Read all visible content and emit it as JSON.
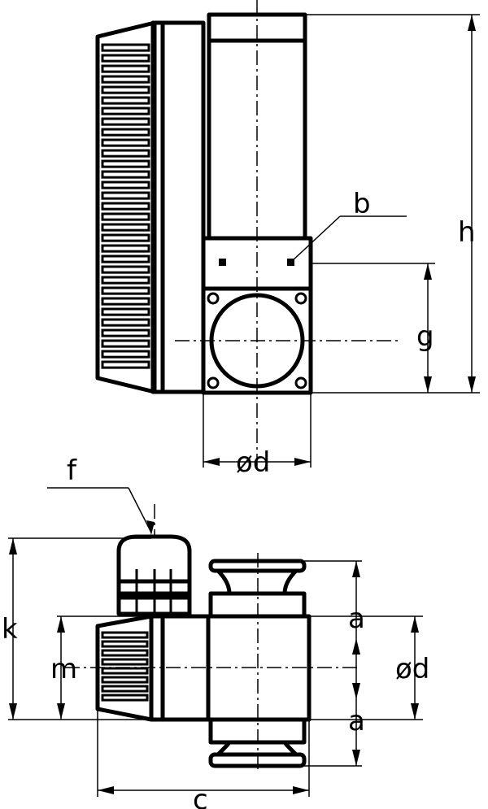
{
  "labels": {
    "b": "b",
    "h": "h",
    "g": "g",
    "d_top": "ød",
    "f": "f",
    "k": "k",
    "m": "m",
    "a_upper": "a",
    "a_lower": "a",
    "d_side": "ød",
    "c": "c"
  }
}
